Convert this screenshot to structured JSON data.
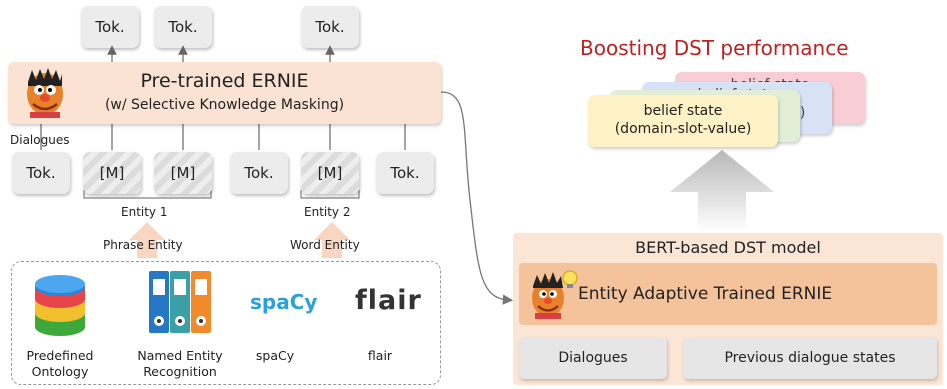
{
  "top_tokens": [
    "Tok.",
    "Tok.",
    "Tok."
  ],
  "ernie": {
    "title": "Pre-trained ERNIE",
    "subtitle": "(w/ Selective Knowledge Masking)"
  },
  "dialogues_label": "Dialogues",
  "seq_tokens": [
    "Tok.",
    "[M]",
    "[M]",
    "Tok.",
    "[M]",
    "Tok."
  ],
  "entity1_label": "Entity 1",
  "entity2_label": "Entity 2",
  "phrase_entity_label": "Phrase Entity",
  "word_entity_label": "Word Entity",
  "sources": [
    {
      "icon": "ontology-database-icon",
      "line1": "Predefined",
      "line2": "Ontology"
    },
    {
      "icon": "binder-folders-icon",
      "line1": "Named Entity",
      "line2": "Recognition"
    },
    {
      "icon": "spacy-logo-icon",
      "logo_text": "spaCy",
      "line1": "spaCy"
    },
    {
      "icon": "flair-logo-icon",
      "logo_text": "flair",
      "line1": "flair"
    }
  ],
  "boosting_title": "Boosting DST performance",
  "belief_card": {
    "line1": "belief state",
    "line2": "(domain-slot-value)"
  },
  "back_card_fragments": [
    "belief state",
    "(domain-slot-value)"
  ],
  "dst_model": {
    "title": "BERT-based DST model",
    "inner_label": "Entity Adaptive Trained ERNIE",
    "inputs": [
      "Dialogues",
      "Previous dialogue states"
    ]
  },
  "colors": {
    "accent_red": "#c02020",
    "ernie_fill": "#fbe3d3",
    "dst_fill": "#fbe6d6",
    "dst_inner": "#f5c39b"
  }
}
